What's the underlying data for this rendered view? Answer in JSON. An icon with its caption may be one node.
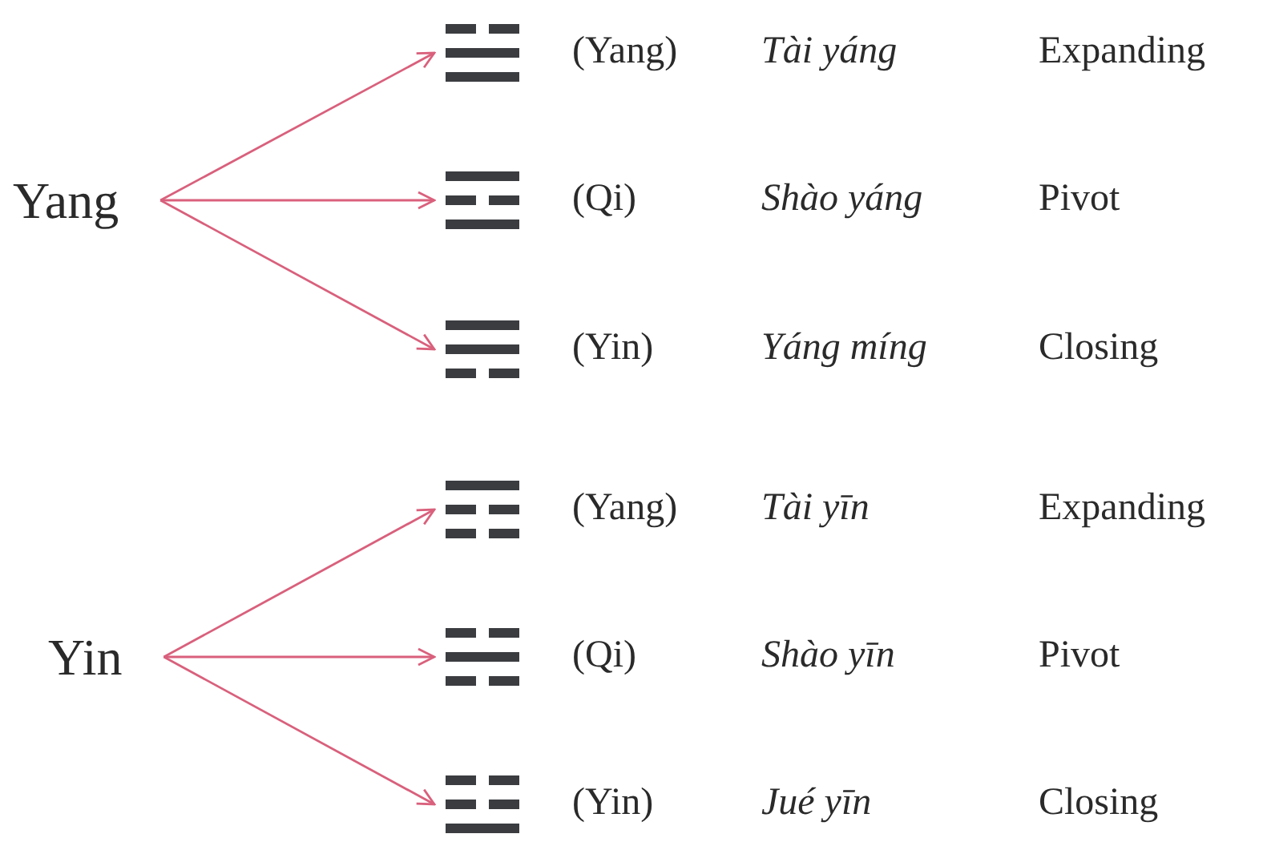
{
  "diagram": {
    "nodes": [
      {
        "text": [
          "Yang"
        ]
      },
      {
        "text": [
          "Yin"
        ]
      },
      {
        "text": [],
        "shape": "picture"
      },
      {
        "text": [],
        "shape": "picture"
      },
      {
        "text": [],
        "shape": "picture"
      },
      {
        "text": [],
        "shape": "picture"
      },
      {
        "text": [],
        "shape": "picture"
      },
      {
        "text": [],
        "shape": "picture"
      }
    ],
    "edges": [
      {
        "from": 0,
        "to": 2,
        "arrow": "to"
      },
      {
        "from": 0,
        "to": 3,
        "arrow": "to"
      },
      {
        "from": 0,
        "to": 4,
        "arrow": "to"
      },
      {
        "from": 1,
        "to": 5,
        "arrow": "to"
      },
      {
        "from": 1,
        "to": 6,
        "arrow": "to"
      },
      {
        "from": 1,
        "to": 7,
        "arrow": "to"
      }
    ],
    "labels": [
      "(Yang)",
      "Tài yáng",
      "Expanding",
      "(Qi)",
      "Shào yáng",
      "Pivot",
      "(Yin)",
      "Yáng míng",
      "Closing",
      "(Yang)",
      "Tài yīn",
      "Expanding",
      "(Qi)",
      "Shào yīn",
      "Pivot",
      "(Yin)",
      "Jué yīn",
      "Closing"
    ]
  }
}
